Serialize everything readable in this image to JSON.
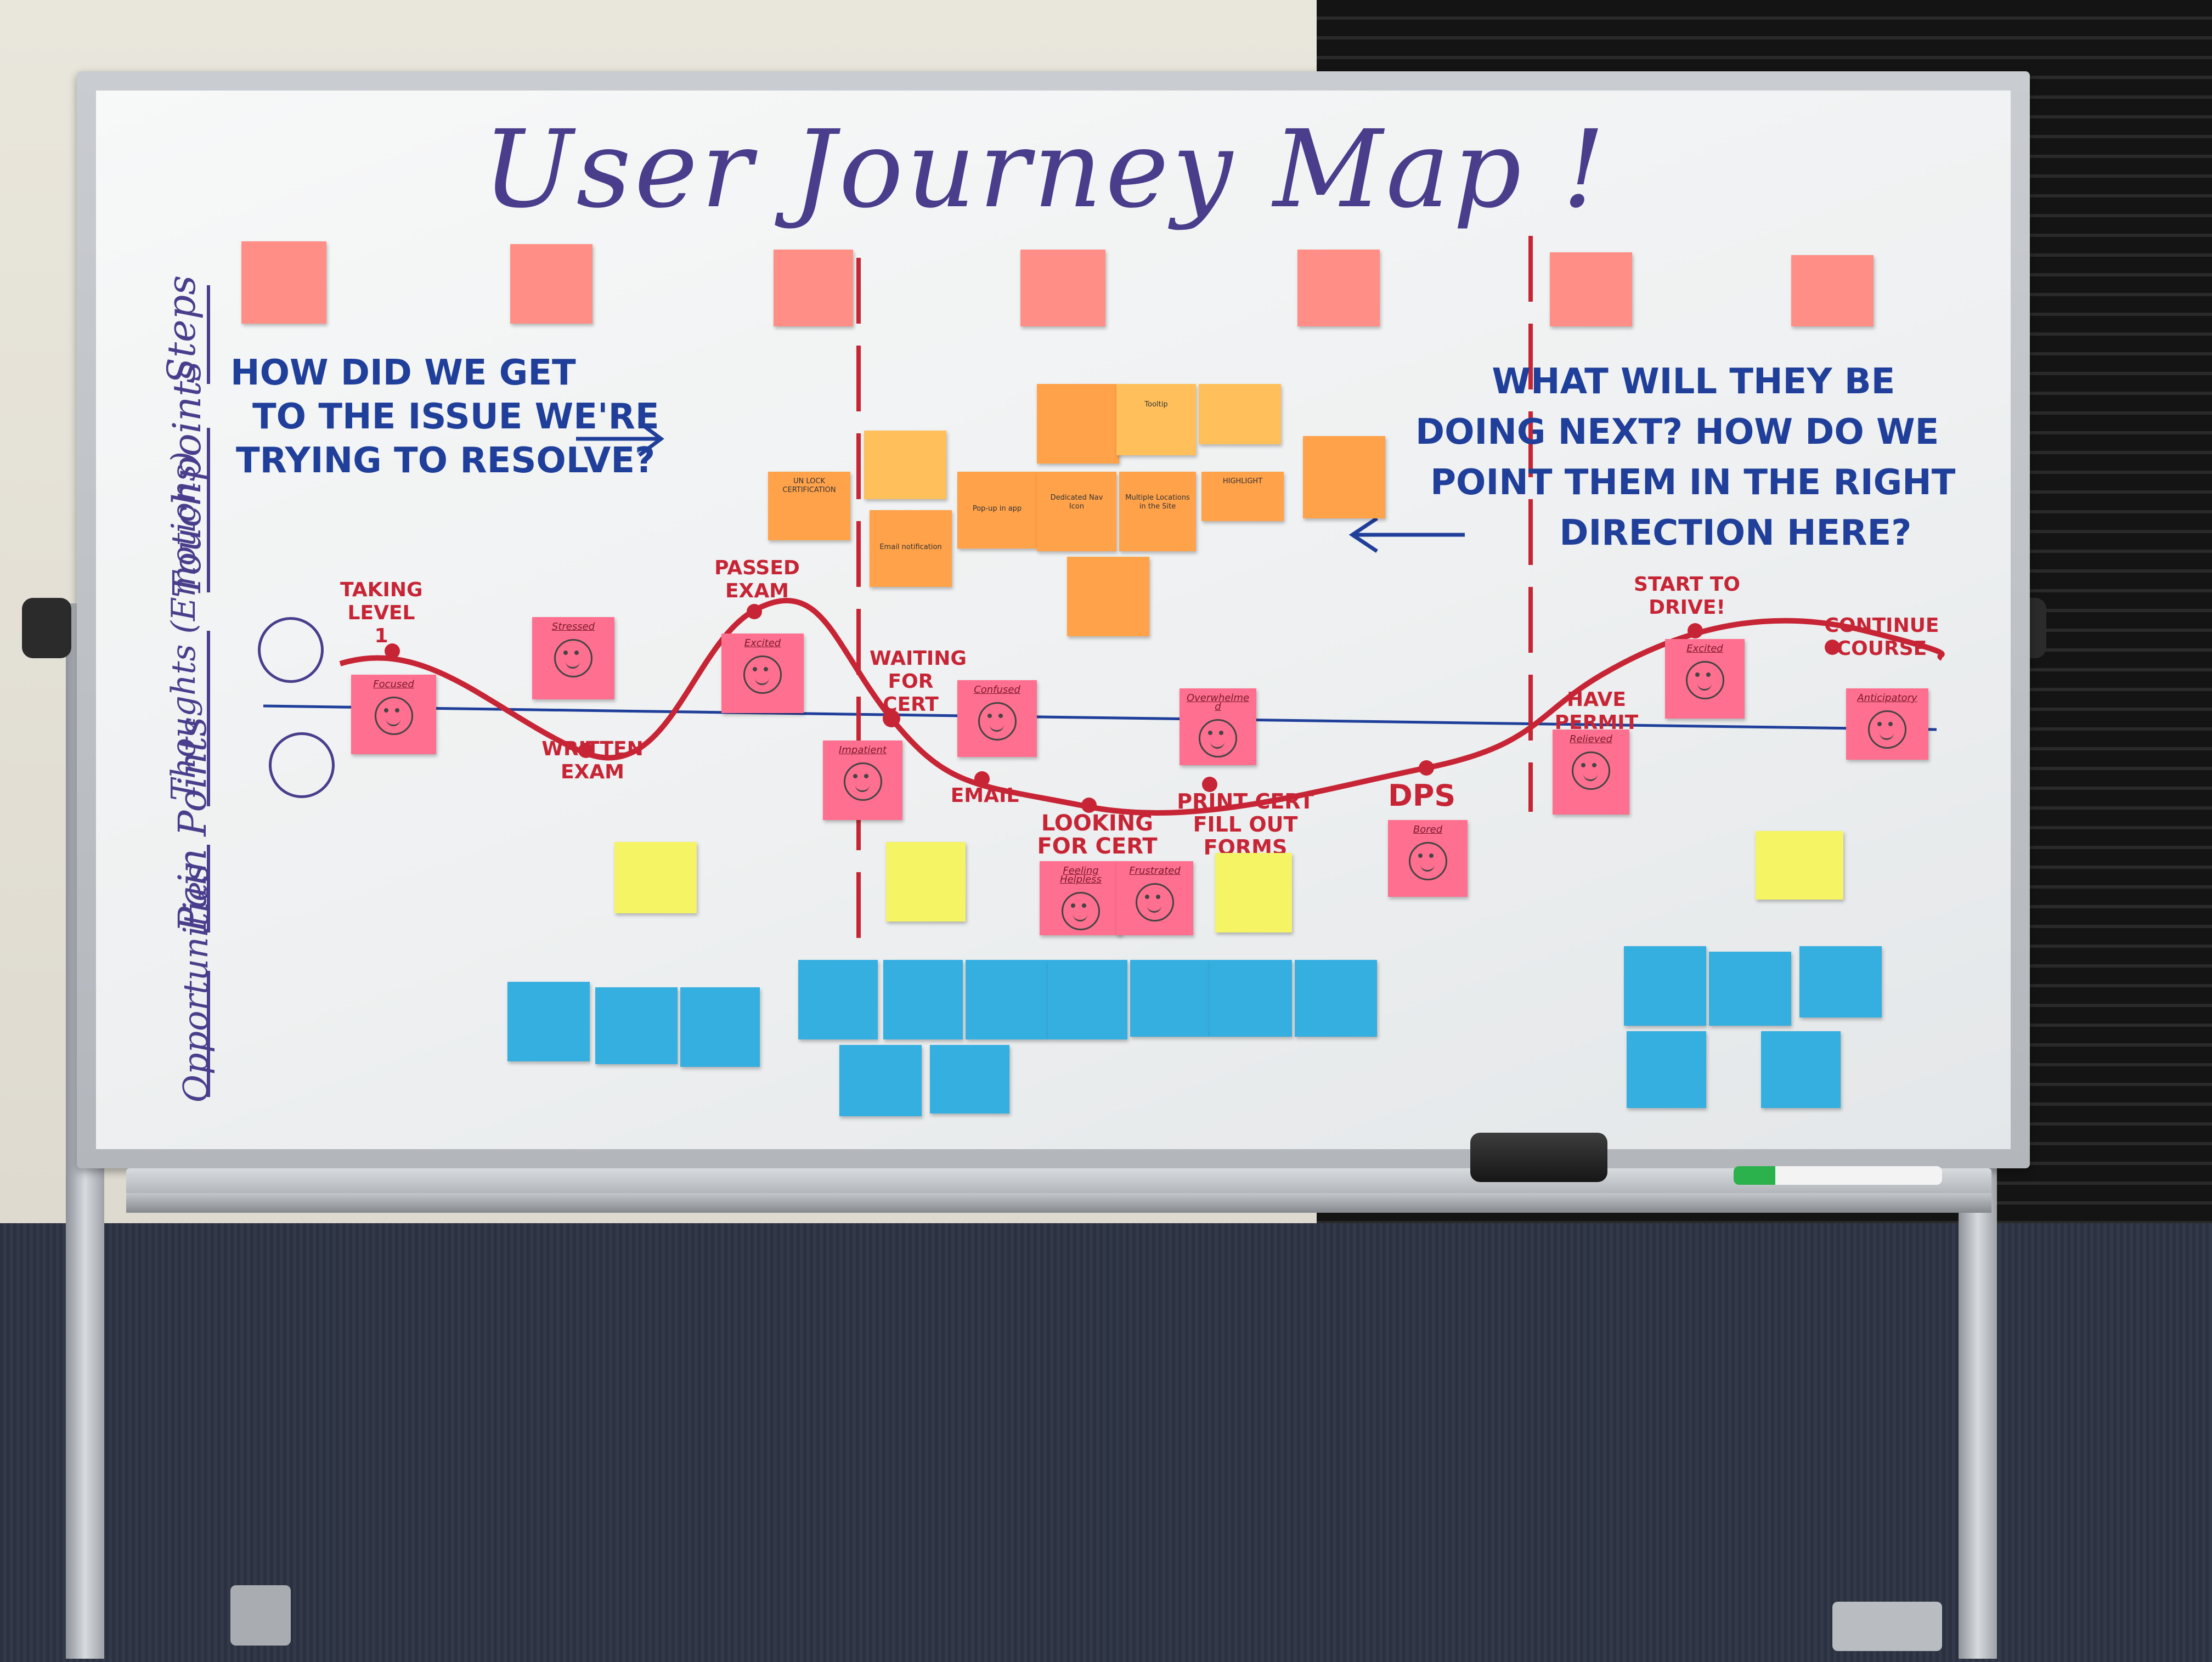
{
  "title": "User Journey Map !",
  "row_labels": {
    "steps": "Steps",
    "touchpoints": "Touchpoints",
    "thoughts": "Thoughts (Emotions)",
    "pain_points": "Pain Points",
    "opportunities": "Opportunities"
  },
  "left_question": [
    "HOW DID WE GET",
    "TO THE ISSUE WE'RE",
    "TRYING TO RESOLVE?"
  ],
  "right_question": [
    "WHAT WILL THEY BE",
    "DOING NEXT? HOW DO WE",
    "POINT THEM IN THE RIGHT",
    "DIRECTION HERE?"
  ],
  "journey_labels": {
    "taking_level": "TAKING LEVEL 1",
    "written_exam": "WRITTEN EXAM",
    "passed_exam": "PASSED EXAM",
    "waiting_for_cert": "WAITING FOR CERT",
    "email": "EMAIL",
    "looking_for_cert": "LOOKING FOR CERT",
    "print_cert": "PRINT CERT FILL OUT FORMS",
    "dps": "DPS",
    "have_permit": "HAVE PERMIT",
    "start_to_drive": "START TO DRIVE!",
    "continue_course": "CONTINUE COURSE"
  },
  "emotion_notes": {
    "focused": "Focused",
    "stressed": "Stressed",
    "excited": "Excited",
    "impatient": "Impatient",
    "confused": "Confused",
    "overwhelmed": "Overwhelmed",
    "relieved": "Relieved",
    "excited2": "Excited",
    "anticipatory": "Anticipatory",
    "feeling_helpless": "Feeling Helpless",
    "frustrated": "Frustrated",
    "bored": "Bored"
  },
  "touchpoint_notes": {
    "unlock_certification": "UN LOCK CERTIFICATION",
    "dedicated_nav_icon": "Dedicated Nav Icon",
    "multiple_locations": "Multiple Locations in the Site",
    "tooltip": "Tooltip",
    "highlight": "HIGHLIGHT",
    "pop_up": "Pop-up in app",
    "email_notification": "Email notification"
  },
  "colors": {
    "marker_blue": "#1f3f9a",
    "marker_purple": "#4a3d8c",
    "marker_red": "#c72535",
    "note_pink": "#ff6f8f",
    "note_orange": "#ffa24a",
    "note_yellow": "#f4f464",
    "note_blue": "#35aee0"
  }
}
